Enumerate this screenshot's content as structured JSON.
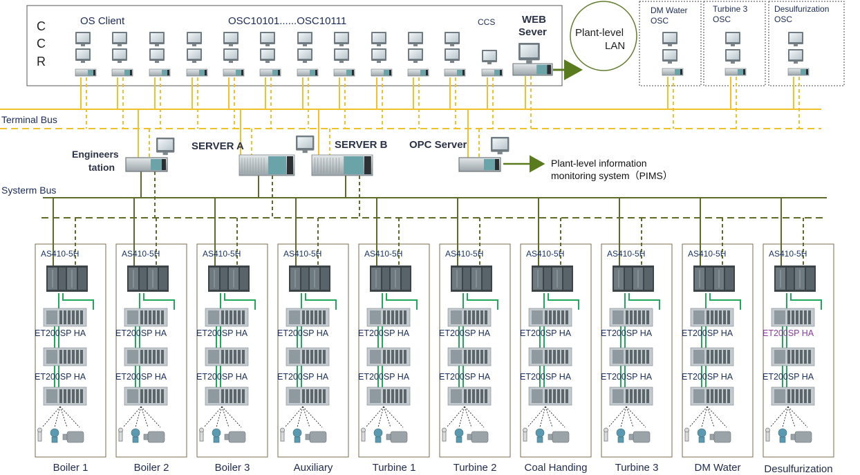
{
  "ccr": {
    "letters": [
      "C",
      "C",
      "R"
    ]
  },
  "top_labels": {
    "os_client": "OS Client",
    "osc_range": "OSC10101......OSC10111",
    "ccs": "CCS",
    "web_server_line1": "WEB",
    "web_server_line2": "Sever"
  },
  "lan_bubble": {
    "line1": "Plant-level",
    "line2": "LAN"
  },
  "remote_osc": [
    {
      "line1": "DM Water",
      "line2": "OSC"
    },
    {
      "line1": "Turbine 3",
      "line2": "OSC"
    },
    {
      "line1": "Desulfurization",
      "line2": "OSC"
    }
  ],
  "buses": {
    "terminal": "Terminal Bus",
    "system": "Systerm Bus"
  },
  "stations": {
    "engineer_line1": "Engineers",
    "engineer_line2": "tation",
    "server_a": "SERVER A",
    "server_b": "SERVER B",
    "opc": "OPC Server",
    "pims_line1": "Plant-level information",
    "pims_line2": "monitoring system（PIMS）"
  },
  "controller_label": "AS410-5H",
  "io_label": "ET200SP HA",
  "columns": [
    {
      "name": "Boiler 1"
    },
    {
      "name": "Boiler 2"
    },
    {
      "name": "Boiler 3"
    },
    {
      "name": "Auxiliary"
    },
    {
      "name": "Turbine 1"
    },
    {
      "name": "Turbine 2"
    },
    {
      "name": "Coal Handing"
    },
    {
      "name": "Turbine 3"
    },
    {
      "name": "DM Water"
    },
    {
      "name": "Desulfurization"
    }
  ],
  "colors": {
    "terminal_bus": "#f2c02a",
    "system_bus": "#5c6b26",
    "profinet_link": "#1fa85a",
    "lan_arrow": "#5a7a1e"
  }
}
